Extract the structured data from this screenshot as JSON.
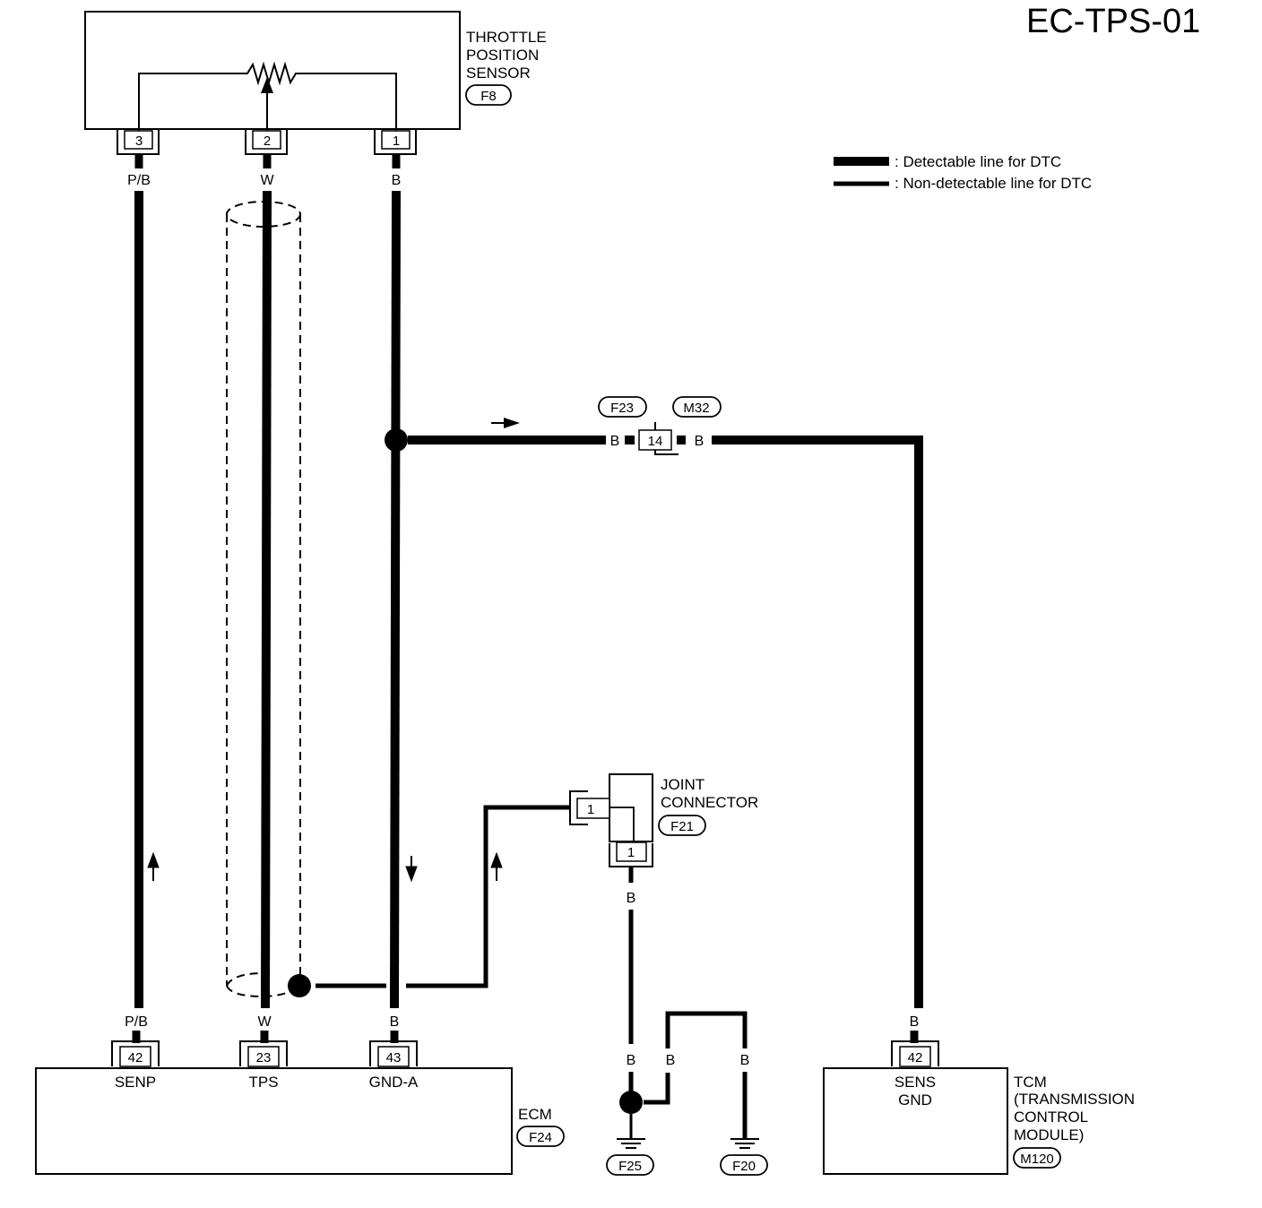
{
  "title": "EC-TPS-01",
  "legend": {
    "detectable": ": Detectable line for DTC",
    "non_detectable": ": Non-detectable line for DTC"
  },
  "throttle_sensor": {
    "name_lines": [
      "THROTTLE",
      "POSITION",
      "SENSOR"
    ],
    "connector": "F8",
    "pins": [
      "3",
      "2",
      "1"
    ],
    "wire_colors": [
      "P/B",
      "W",
      "B"
    ]
  },
  "splice": {
    "connector_left": "F23",
    "connector_right": "M32",
    "pin": "14",
    "wire_left": "B",
    "wire_right": "B"
  },
  "joint_connector": {
    "name_lines": [
      "JOINT",
      "CONNECTOR"
    ],
    "connector": "F21",
    "pin_side": "1",
    "pin_bottom": "1",
    "wire_color": "B"
  },
  "ecm": {
    "name": "ECM",
    "connector": "F24",
    "wire_colors": [
      "P/B",
      "W",
      "B"
    ],
    "pins": [
      "42",
      "23",
      "43"
    ],
    "terminals": [
      "SENP",
      "TPS",
      "GND-A"
    ]
  },
  "grounds": {
    "wire_left": "B",
    "wire_mid": "B",
    "wire_right": "B",
    "left": "F25",
    "right": "F20"
  },
  "tcm": {
    "wire_color": "B",
    "pin": "42",
    "terminal_lines": [
      "SENS",
      "GND"
    ],
    "name_lines": [
      "TCM",
      "(TRANSMISSION",
      "CONTROL",
      "MODULE)"
    ],
    "connector": "M120"
  }
}
